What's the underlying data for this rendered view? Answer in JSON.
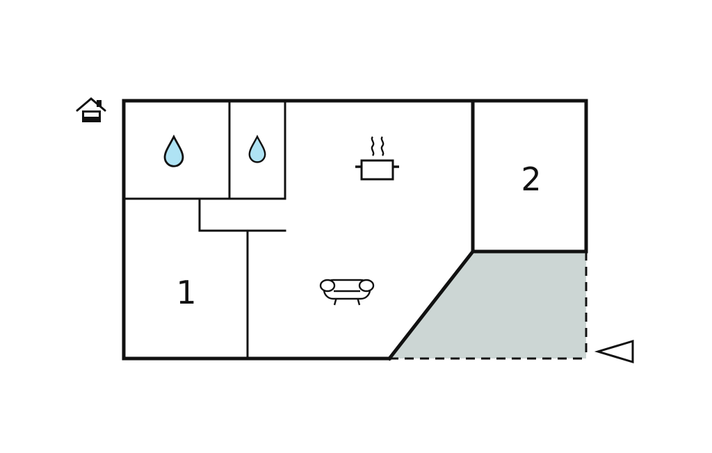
{
  "page": {
    "background": "#ffffff",
    "description": "floor-plan"
  },
  "rooms": {
    "room1": "1",
    "room2": "2"
  },
  "colors": {
    "wall": "#111111",
    "terrace_fill": "#ccd6d4",
    "drop_fill": "#afe3f4",
    "icon_fill": "#ffffff"
  },
  "icons": {
    "north_indicator": "house-icon",
    "bathroom_left": "water-drop-icon",
    "bathroom_right": "water-drop-icon",
    "kitchen": "cooking-pot-with-steam-icon",
    "living_room": "sofa-icon",
    "entrance": "left-arrow-icon"
  }
}
